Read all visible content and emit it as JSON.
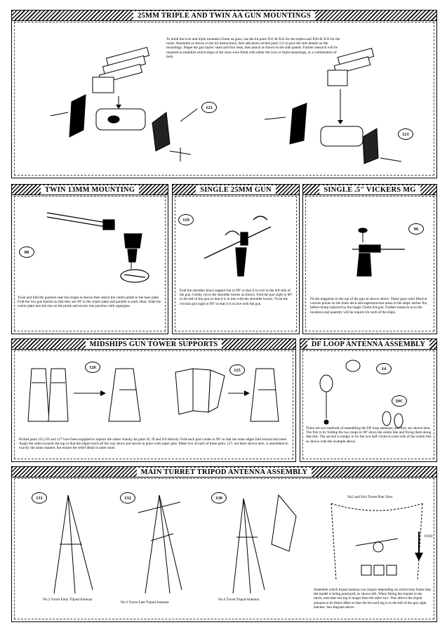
{
  "sections": {
    "aa": {
      "title": "25MM TRIPLE AND TWIN AA GUN MOUNTINGS",
      "text": "To build the twin and triple mounted 25mm aa guns, use the kit parts X31 & X32 for the triples and X30 & X33 for the twins. Assemble as shown in the kit instructions, then add photo etched parts 121 to give the side details on the mountings. Shape the gun layers' seats and foot rests, then attach as shown to the side panels. Further research will be required to establish which ships of the class were fitted with either the twin or triple mountings, or a combination of both.",
      "callout_left": "121",
      "callout_right": "121"
    },
    "twin13": {
      "title": "TWIN 13MM MOUNTING",
      "callout": "88",
      "text": "Twist and fold the gunners seat into shape as shown then attach the centre pintle to the base plate. Fold the two gun barrels so that they are 90º to the centre plate and parallel to each other. Slide the centre plate into the slot on the pintle and secure into position with superglue."
    },
    "single25": {
      "title": "SINGLE 25MM GUN",
      "callout": "119",
      "text": "Fold the shoulder brace support bar to 90º so that it is over to the left side of the gun. Gently curve the shoulder braces as shown. Fold the gun sight to 90º to the left of the gun so that it is in line with the shoulder braces. Twist the circular gun sight to 90º so that it is in line with the gun."
    },
    "vickers": {
      "title": "SINGLE .5\" VICKERS MG",
      "callout": "96",
      "text": "Fit the magazine to the top of the gun as shown above. These guns were fitted at various points on the main deck and superstructure areas in the ships' earlier fits, before being replaced by the single 25mm AA gun. Further research as to the locations and quantity will be require for each of the ships."
    },
    "midships": {
      "title": "MIDSHIPS GUN TOWER SUPPORTS",
      "callout_a": "126",
      "callout_b": "125",
      "text": "Etched parts 125,126 and 127 have been supplied to replace the rather chunky kit parts J6, J9 and J10 directly.  Fold each part's sides to 90º so that the outer edges fold around and meet. Angle the sides towards the top so that the edges touch all the way down and secure in place with super glue. Make two of each of these parts. 127, not been shown here, is assembled in exactly the same manner, but ensure the relief detail is outer most."
    },
    "df": {
      "title": "DF LOOP ANTENNA ASSEMBLY",
      "callout_a": "14",
      "callout_b": "59C",
      "text": "There are two methods of assembling the DF loop antennas, and they are shown here. The first is by folding the two loops to 90º down the centre line and fixing them along that line. The second is simply to fix the two half circles to each side of the centre line as shown with the example above."
    },
    "tripod": {
      "title": "MAIN TURRET TRIPOD ANTENNA ASSEMBLY",
      "callout_a": "131",
      "callout_b": "132",
      "callout_c": "130",
      "cap_a": "No.2 Turret Early Tripod Antenna",
      "cap_b": "No.2 Turret Late Tripod Antenna",
      "cap_c": "No.4 Turret Tripod Antenna",
      "plan_title": "No2 and No4 Turret Plan View",
      "fwd": "FWD",
      "text": "Assemble which tripod antenna you require depending on which time frame that the model is being portrayed, as shown left. When fitting the tripods to the turret, note that one leg is longer than the other two. This allows the tripod antenna to be fitted offset so that the forward leg is to the left of the gun sight hatches. See diagram above."
    }
  }
}
